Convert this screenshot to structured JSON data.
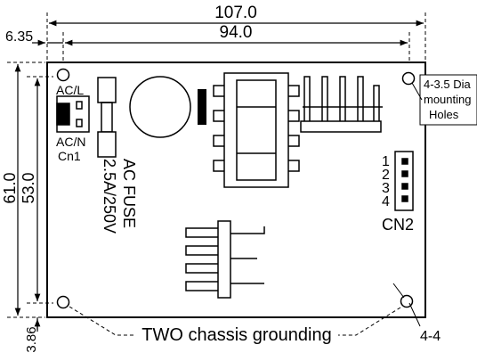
{
  "dimensions": {
    "overall_width": "107.0",
    "hole_spacing_width": "94.0",
    "hole_offset": "6.35",
    "overall_height": "61.0",
    "hole_spacing_height": "53.0",
    "bottom_offset": "3.86"
  },
  "connectors": {
    "cn1_live": "AC/L",
    "cn1_neutral": "AC/N",
    "cn1_name": "Cn1",
    "cn2_pins": [
      "1",
      "2",
      "3",
      "4"
    ],
    "cn2_name": "CN2"
  },
  "fuse": {
    "label": "AC FUSE",
    "rating": "2.5A/250V"
  },
  "callouts": {
    "mounting_holes": [
      "4-3.5 Dia",
      "mounting",
      "Holes"
    ],
    "grounding": "TWO chassis grounding",
    "ground_ref": "4-4"
  }
}
